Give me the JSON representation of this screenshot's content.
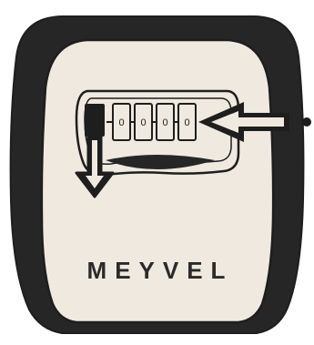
{
  "device": {
    "brand": "MEYVEL",
    "digits": [
      "0",
      "0",
      "0",
      "0"
    ],
    "colors": {
      "shell": "#262626",
      "faceplate": "#efe9df",
      "ink": "#1e1e1e",
      "background": "#ffffff"
    }
  },
  "icons": {
    "push_down_arrow": "arrow-down-icon",
    "pointer_arrow": "arrow-left-icon",
    "marker": "dot-icon"
  }
}
